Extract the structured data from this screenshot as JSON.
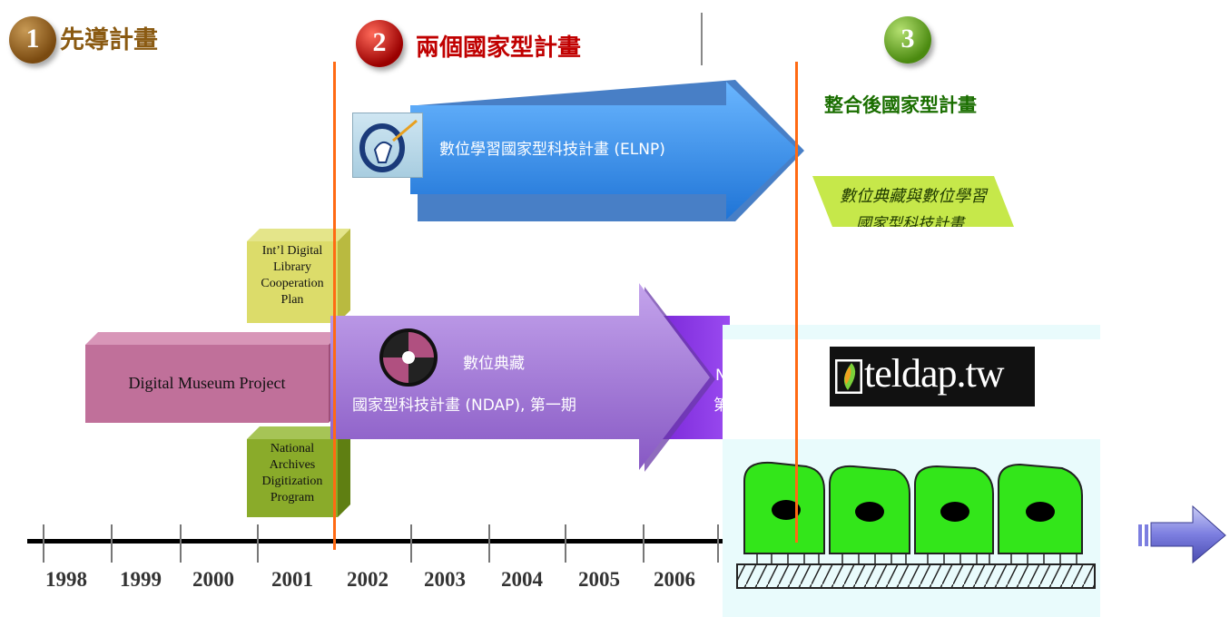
{
  "phases": [
    {
      "number": "1",
      "title": "先導計畫",
      "title_color": "#8a5a12"
    },
    {
      "number": "2",
      "title": "兩個國家型計畫",
      "title_color": "#c00000"
    },
    {
      "number": "3",
      "title": "整合後國家型計畫",
      "title_color": "#1a6e00"
    }
  ],
  "elnp": {
    "label": "數位學習國家型科技計畫 (ELNP)"
  },
  "integrated": {
    "label_line1": "數位典藏與數位學習",
    "label_line2": "國家型科技計畫"
  },
  "ndap": {
    "label_line1": "數位典藏",
    "label_line2": "國家型科技計畫 (NDAP), 第一期",
    "phase2_fragment_1": "N",
    "phase2_fragment_2": "第"
  },
  "digital_museum": {
    "label": "Digital Museum Project"
  },
  "intl_library": {
    "lines": [
      "Int’l Digital",
      "Library",
      "Cooperation",
      "Plan"
    ]
  },
  "archives": {
    "lines": [
      "National",
      "Archives",
      "Digitization",
      "Program"
    ]
  },
  "teldap": {
    "logo_text": "teldap.tw"
  },
  "timeline": {
    "years": [
      "1998",
      "1999",
      "2000",
      "2001",
      "2002",
      "2003",
      "2004",
      "2005",
      "2006"
    ]
  },
  "colors": {
    "orange_marker": "#ff6a13",
    "elnp_blue": "#2f8ee8",
    "ndap_purple": "#9b6fd0",
    "museum_pink": "#c0709a",
    "cell_green": "#33e61a"
  }
}
